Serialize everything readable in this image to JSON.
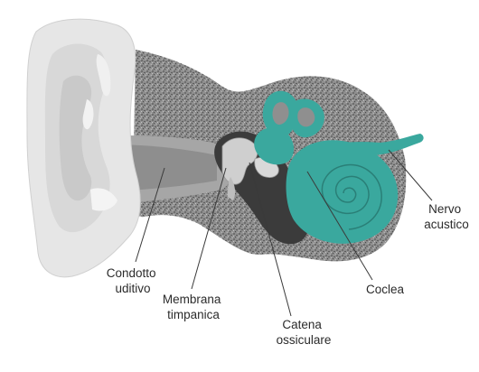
{
  "labels": {
    "ear_canal": [
      "Condotto",
      "uditivo"
    ],
    "eardrum": [
      "Membrana",
      "timpanica"
    ],
    "ossicles": [
      "Catena",
      "ossiculare"
    ],
    "cochlea": [
      "Coclea"
    ],
    "nerve": [
      "Nervo",
      "acustico"
    ]
  },
  "colors": {
    "outer_ear": "#e6e6e6",
    "outer_ear_shade": "#cfcfcf",
    "canal_gray": "#9b9b9b",
    "bone": "#b8b8b8",
    "middle_ear_cavity": "#3b3b3b",
    "inner_ear_teal": "#3aa89e",
    "inner_ear_teal_dark": "#2a7f77",
    "ossicles": "#cfcfcf"
  }
}
